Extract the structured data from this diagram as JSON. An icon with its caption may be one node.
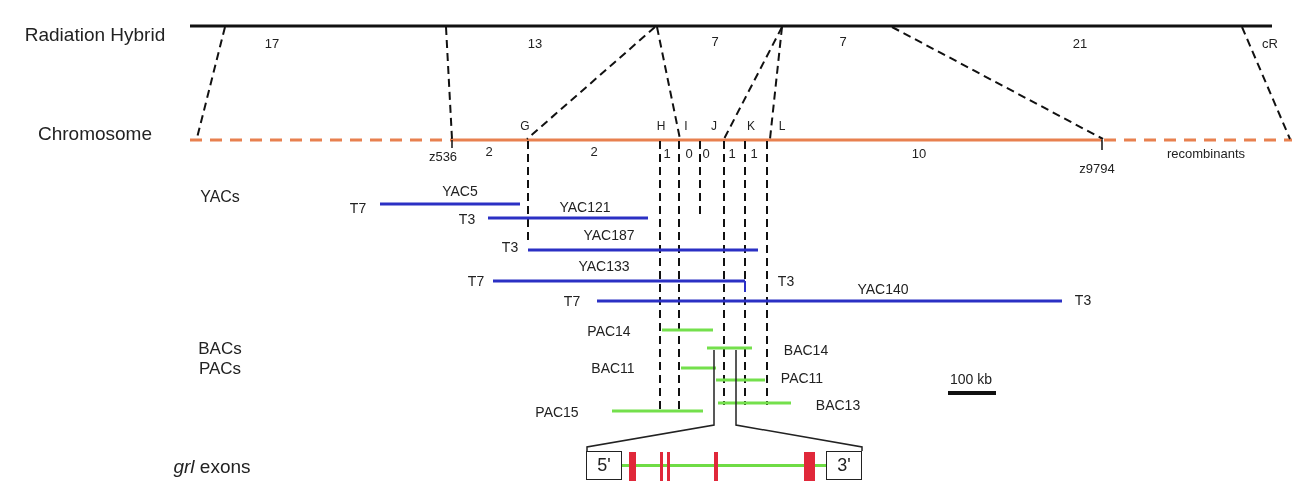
{
  "diagram": {
    "nodes": [
      {
        "text": [
          "5'"
        ]
      },
      {
        "text": [
          "3'"
        ]
      }
    ],
    "edges": [
      {
        "from": 0,
        "to": 1,
        "arrow": "none",
        "color": "#6fdc45"
      }
    ],
    "labels": [
      "Radiation Hybrid",
      "17",
      "13",
      "7",
      "7",
      "21",
      "cR",
      "Chromosome",
      "G",
      "H",
      "I",
      "J",
      "K",
      "L",
      "z536",
      "2",
      "2",
      "1",
      "0",
      "0",
      "1",
      "1",
      "10",
      "z9794",
      "recombinants",
      "YACs",
      "T7",
      "YAC5",
      "T3",
      "YAC121",
      "T3",
      "YAC187",
      "T7",
      "YAC133",
      "T3",
      "T7",
      "YAC140",
      "T3",
      "BACs PACs",
      "PAC14",
      "BAC14",
      "BAC11",
      "PAC11",
      "100 kb",
      "PAC15",
      "BAC13",
      "*grl* exons"
    ]
  }
}
